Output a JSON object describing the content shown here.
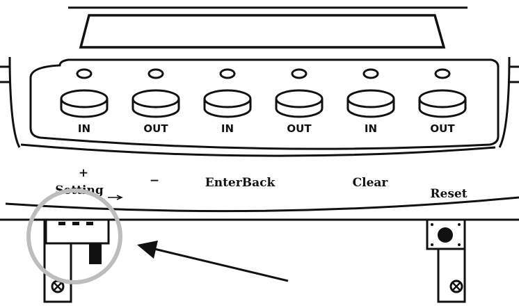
{
  "keys": [
    {
      "label": "IN"
    },
    {
      "label": "OUT"
    },
    {
      "label": "IN"
    },
    {
      "label": "OUT"
    },
    {
      "label": "IN"
    },
    {
      "label": "OUT"
    }
  ],
  "labels": {
    "plus": "+",
    "setting": "Setting",
    "minus": "−",
    "enter_back": "EnterBack",
    "clear": "Clear",
    "reset": "Reset"
  },
  "colors": {
    "ink": "#111111",
    "highlight_circle": "#bdbdbd",
    "background": "#ffffff"
  }
}
